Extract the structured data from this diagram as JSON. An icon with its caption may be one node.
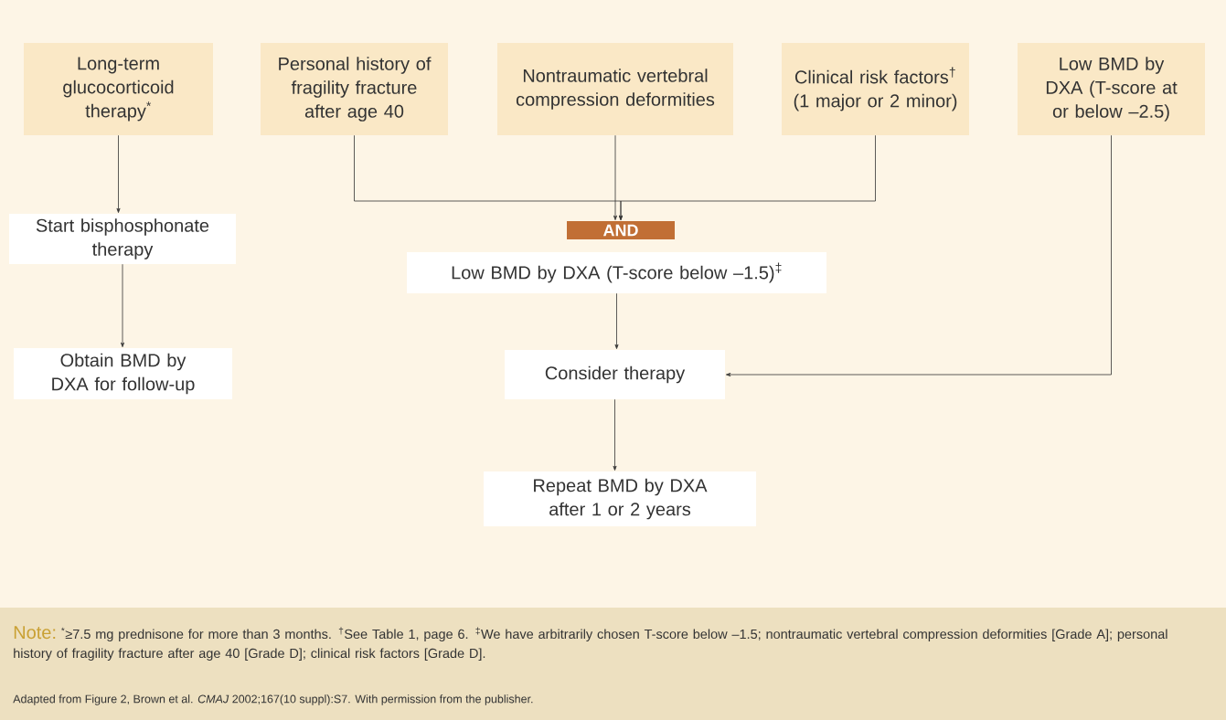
{
  "diagram": {
    "nodes": [
      {
        "text": [
          "Long-term glucocorticoid therapy$^{*}$"
        ]
      },
      {
        "text": [
          "Personal history of fragility fracture after age 40"
        ]
      },
      {
        "text": [
          "Nontraumatic vertebral compression deformities"
        ]
      },
      {
        "text": [
          "Clinical risk factors$^{†}$ (1 major or 2 minor)"
        ]
      },
      {
        "text": [
          "Low BMD by DXA (T-score at or below –2.5)"
        ]
      },
      {
        "text": [
          "Start bisphosphonate therapy"
        ]
      },
      {
        "text": [
          "Obtain BMD by DXA for follow-up"
        ]
      },
      {
        "text": [
          "AND"
        ]
      },
      {
        "text": [
          "Low BMD by DXA (T-score below –1.5)$^{‡}$"
        ]
      },
      {
        "text": [
          "Consider therapy"
        ]
      },
      {
        "text": [
          "Repeat BMD by DXA after 1 or 2 years"
        ]
      }
    ],
    "edges": [
      {
        "from": 0,
        "to": 5,
        "arrow": "to"
      },
      {
        "from": 5,
        "to": 6,
        "arrow": "to"
      },
      {
        "from": 1,
        "to": 7,
        "arrow": "to"
      },
      {
        "from": 2,
        "to": 7,
        "arrow": "to"
      },
      {
        "from": 3,
        "to": 7,
        "arrow": "to"
      },
      {
        "from": 8,
        "to": 9,
        "arrow": "to"
      },
      {
        "from": 4,
        "to": 9,
        "arrow": "to"
      },
      {
        "from": 9,
        "to": 10,
        "arrow": "to"
      }
    ],
    "labels": [
      "Note:",
      "$^{*}$≥7.5 mg prednisone for more than 3 months. $^{†}$See Table 1, page 6. $^{‡}$We have arbitrarily chosen T-score below –1.5; nontraumatic vertebral compression deformities [Grade A]; personal history of fragility fracture after age 40 [Grade D]; clinical risk factors [Grade D].",
      "Adapted from Figure 2, Brown et al. *CMAJ* 2002;167(10 suppl):S7. With permission from the publisher."
    ]
  }
}
